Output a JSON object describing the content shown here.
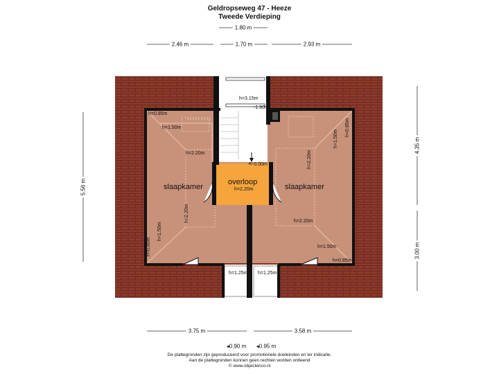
{
  "header": {
    "title": "Geldropseweg 47 - Heeze",
    "subtitle": "Tweede Verdieping"
  },
  "dimensions": {
    "top_center": "1.80 m",
    "top_left": "2.46 m",
    "top_middle": "1.70 m",
    "top_right": "2.93 m",
    "left_height": "5.56 m",
    "right_top": "4.35 m",
    "right_bottom": "3.00 m",
    "bottom_left": "3.75 m",
    "bottom_right": "3.58 m",
    "bottom_small_left": "0.90 m",
    "bottom_small_right": "0.95 m"
  },
  "rooms": {
    "left_bedroom": "slaapkamer",
    "right_bedroom": "slaapkamer",
    "landing": "overloop",
    "landing_height": "h=2.20m"
  },
  "heights": {
    "stair_top": "h=3.15m",
    "stair_level": "-1.90m",
    "floor_level": "+/-0.00m",
    "left_085_top": "h=0.85m",
    "left_150_top": "h=1.50m",
    "left_220_top": "h=2.20m",
    "left_220_mid": "h=2.20m",
    "left_150_bottom": "h=1.50m",
    "left_085_bottom": "h=0.85m",
    "right_150_top": "h=1.50m",
    "right_085_top": "h=0.85m",
    "right_220_top": "h=2.20m",
    "right_220_mid": "h=2.20m",
    "right_150_bottom": "h=1.50m",
    "right_085_bottom": "h=0.85m",
    "closet_left": "h=1.25m",
    "closet_right": "h=1.25m"
  },
  "footer": {
    "line1": "De plattegronden zijn geproduceerd voor promotionele doeleinden en ter indicatie.",
    "line2": "Aan de plattegronden kunnen geen rechten worden ontleend",
    "line3": "© www.objectenco.nl"
  },
  "colors": {
    "roof": "#8b3a2b",
    "floor": "#c8917a",
    "landing": "#f5a53c",
    "wall": "#111111"
  }
}
